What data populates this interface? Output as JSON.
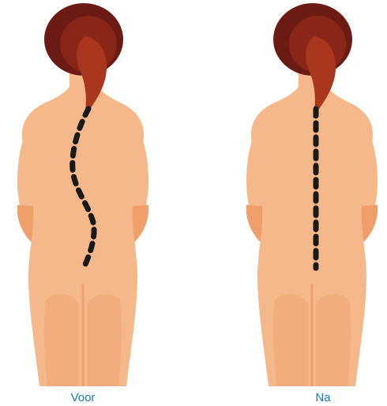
{
  "captions": {
    "before": "Voor",
    "after": "Na"
  },
  "colors": {
    "skin": "#f5b88a",
    "skin_shadow": "#ef9f6a",
    "hair_dark": "#6b1a14",
    "hair_mid": "#8a2618",
    "hair_light": "#a8371d",
    "spine_dash": "#1a1a1a",
    "caption": "#1a7ab8",
    "background": "#ffffff"
  },
  "figures": [
    {
      "state": "scoliosis",
      "spine": "curved-dashed-line"
    },
    {
      "state": "straight",
      "spine": "straight-dashed-line"
    }
  ]
}
